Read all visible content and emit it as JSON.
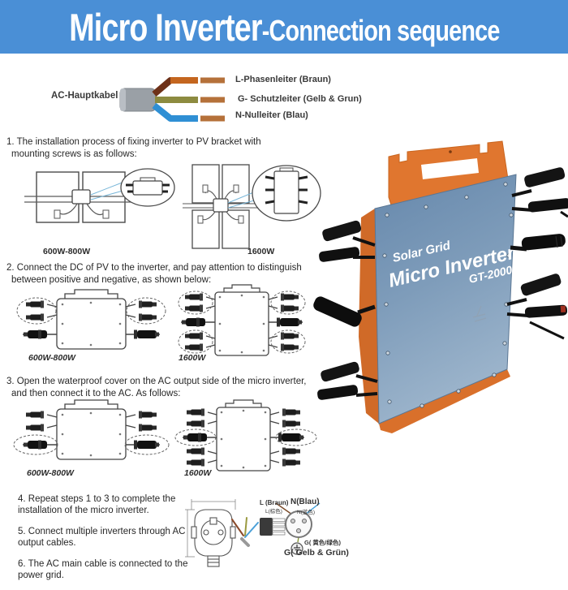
{
  "banner": {
    "title_main": "Micro Inverter",
    "title_sub": "-Connection sequence",
    "bg_color": "#4a8fd6"
  },
  "cable_legend": {
    "cable_label": "AC-Hauptkabel",
    "l_label": "L-Phasenleiter (Braun)",
    "g_label": "G- Schutzleiter (Gelb & Grun)",
    "n_label": "N-Nulleiter (Blau)",
    "wire_colors": {
      "l": "#7a3b1e",
      "g": "#8d8b40",
      "n": "#2f8fd4",
      "copper": "#b5713a",
      "sheath": "#9aa0a6"
    }
  },
  "steps": {
    "s1_line1": "1. The installation process of fixing inverter to PV bracket with",
    "s1_line2": "mounting screws is as follows:",
    "s2_line1": "2. Connect the DC of PV to the inverter, and pay attention to distinguish",
    "s2_line2": "between positive and negative, as shown below:",
    "s3_line1": "3. Open the waterproof cover on the AC output side of the micro inverter,",
    "s3_line2": "and then connect it to the AC. As follows:",
    "s4": "4. Repeat steps 1 to 3 to complete the installation of the micro inverter.",
    "s5": "5. Connect multiple inverters through AC output cables.",
    "s6": "6. The AC main cable is connected to the power grid."
  },
  "diagram_labels": {
    "step1_left": "600W-800W",
    "step1_right": "1600W",
    "step2_left": "600W-800W",
    "step2_right": "1600W",
    "step3_left": "600W-800W",
    "step3_right": "1600W"
  },
  "product": {
    "brand": "Solar Grid",
    "name": "Micro Inverter",
    "model": "GT-2000",
    "frame_color": "#e0762f",
    "panel_color": "#7e9cba"
  },
  "plug_diagram": {
    "l_de": "L (Braun)",
    "l_zh": "L(棕色)",
    "n_de": "N(Blau)",
    "n_zh": "N(蓝色)",
    "g_zh": "G( 黄色/绿色)",
    "g_de": "G( Gelb & Grün)"
  }
}
